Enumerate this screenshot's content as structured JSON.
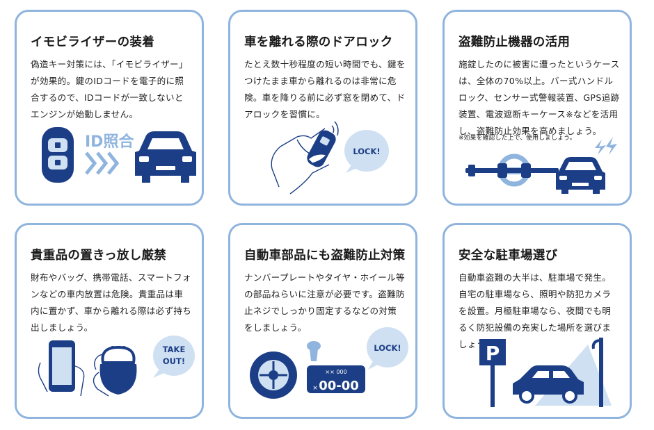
{
  "colors": {
    "navy": "#1c3e86",
    "light_blue": "#8fb4dd",
    "pale_blue": "#cfe0f2",
    "border": "#8fb4dd"
  },
  "cards": [
    {
      "title": "イモビライザーの装着",
      "body": "偽造キー対策には、「イモビライザー」が効果的。鍵のIDコードを電子的に照合するので、IDコードが一致しないとエンジンが始動しません。",
      "illustration": {
        "label": "ID照合",
        "icons": [
          "smart-key-icon",
          "arrows-icon",
          "car-front-icon"
        ]
      }
    },
    {
      "title": "車を離れる際のドアロック",
      "body": "たとえ数十秒程度の短い時間でも、鍵をつけたまま車から離れるのは非常に危険。車を降りる前に必ず窓を閉めて、ドアロックを習慣に。",
      "illustration": {
        "bubble": "LOCK!",
        "icons": [
          "hand-with-key-icon",
          "speech-bubble-icon"
        ]
      }
    },
    {
      "title": "盗難防止機器の活用",
      "body": "施錠したのに被害に遭ったというケースは、全体の70%以上。バー式ハンドルロック、センサー式警報装置、GPS追跡装置、電波遮断キーケース※などを活用し、盗難防止効果を高めましょう。",
      "note": "※効果を確認した上で、使用しましょう。",
      "illustration": {
        "icons": [
          "steering-lock-icon",
          "car-alarm-icon"
        ]
      }
    },
    {
      "title": "貴重品の置きっ放し厳禁",
      "body": "財布やバッグ、携帯電話、スマートフォンなどの車内放置は危険。貴重品は車内に置かず、車から離れる際は必ず持ち出しましょう。",
      "illustration": {
        "bubble": "TAKE OUT!",
        "bubble_lines": [
          "TAKE",
          "OUT!"
        ],
        "icons": [
          "smartphone-icon",
          "purse-icon"
        ]
      }
    },
    {
      "title": "自動車部品にも盗難防止対策",
      "body": "ナンバープレートやタイヤ・ホイール等の部品ねらいに注意が必要です。盗難防止ネジでしっかり固定するなどの対策をしましょう。",
      "illustration": {
        "bubble": "LOCK!",
        "plate_top": "××  000",
        "plate_main": "00-00",
        "plate_prefix": "×",
        "icons": [
          "tire-icon",
          "bolt-icon",
          "license-plate-icon"
        ]
      }
    },
    {
      "title": "安全な駐車場選び",
      "body": "自動車盗難の大半は、駐車場で発生。自宅の駐車場なら、照明や防犯カメラを設置。月極駐車場なら、夜間でも明るく防犯設備の充実した場所を選びましょう。",
      "illustration": {
        "sign_letter": "P",
        "icons": [
          "parking-sign-icon",
          "street-light-icon",
          "car-side-icon"
        ]
      }
    }
  ]
}
